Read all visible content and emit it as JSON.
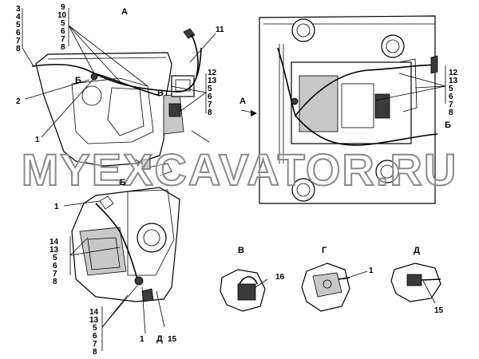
{
  "watermark": "MYEXCAVATOR.RU",
  "views": {
    "a_top": "А",
    "a_arrow": "А",
    "b_marker": "Б",
    "b_marker_right": "Б",
    "b_marker_lower": "Б",
    "v_marker": "В",
    "v_detail": "В",
    "g_detail": "Г",
    "d_detail": "Д",
    "d_marker": "Д"
  },
  "callouts": {
    "top_left_stack": [
      "3",
      "4",
      "5",
      "6",
      "7",
      "8"
    ],
    "top_mid_stack": [
      "9",
      "10",
      "5",
      "6",
      "7",
      "8"
    ],
    "mid_right_stack": [
      "12",
      "13",
      "5",
      "6",
      "7",
      "8"
    ],
    "right_stack": [
      "12",
      "13",
      "5",
      "6",
      "7",
      "8"
    ],
    "lower_left_stack_a": [
      "14",
      "13",
      "5",
      "6",
      "7",
      "8"
    ],
    "lower_left_stack_b": [
      "14",
      "13",
      "5",
      "6",
      "7",
      "8"
    ],
    "n11": "11",
    "n2": "2",
    "n1_top": "1",
    "n1_mid": "1",
    "n1_bottom": "1",
    "n15_bottom": "15",
    "n16": "16",
    "n1_detail": "1",
    "n15_detail": "15"
  }
}
